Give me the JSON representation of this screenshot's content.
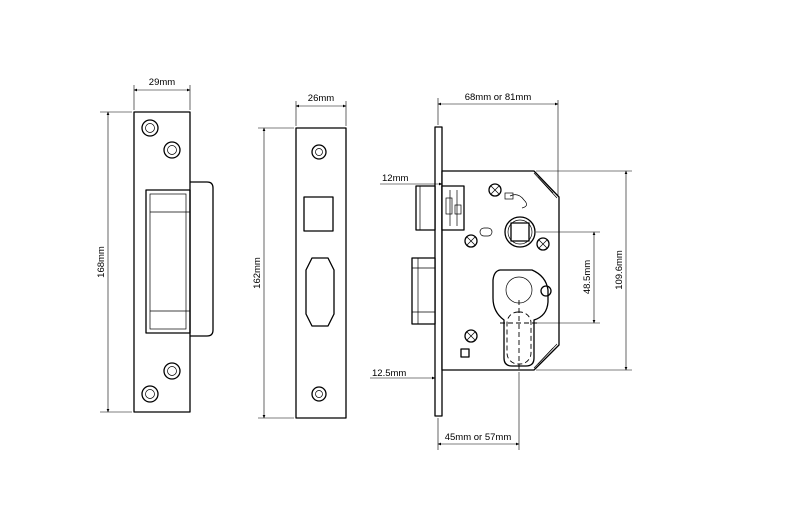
{
  "dimensions": {
    "strike_plate_width": "29mm",
    "strike_plate_height": "168mm",
    "forend_width": "26mm",
    "forend_height": "162mm",
    "backset": "68mm or 81mm",
    "latch_projection": "12mm",
    "bolt_projection": "12.5mm",
    "centres": "48.5mm",
    "case_height": "109.6mm",
    "case_depth": "45mm or 57mm"
  }
}
